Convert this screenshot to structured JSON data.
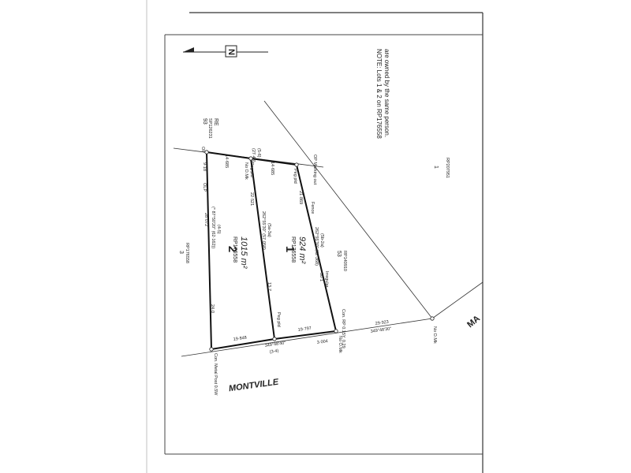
{
  "north_label": "N",
  "note": {
    "line1": "NOTE: Lots 1 & 2 on RP176558",
    "line2": "are owned by the same person."
  },
  "lots": {
    "lot2": {
      "number": "2",
      "plan": "RP176558",
      "area": "1015 m²"
    },
    "lot1": {
      "number": "1",
      "plan": "RP176558",
      "area": "924 m²"
    }
  },
  "adjoining": {
    "lot93": "93",
    "lot93_plan": "SP126231",
    "lot93_re": "RE",
    "lot3": "3",
    "lot3_plan": "RP176558",
    "lot53": "53",
    "lot53_plan": "RP140910",
    "lot1_east": "1",
    "lot1_east_plan": "RP207951"
  },
  "roads": {
    "montville": "MONTVILLE",
    "east_road_fragment": "MA"
  },
  "dims": {
    "top_2": "14·685",
    "top_1": "14·685",
    "top_bracket": "(27·48)",
    "top_paren": "(5-6)",
    "left_a": "9·18",
    "left_b": "28·072",
    "left_c": "24·0",
    "left_d": "(4-5)",
    "left_bearing": "(* 87°50'20\" (62·162))",
    "mid_a": "22·521",
    "mid_b": "13·7",
    "mid_bearing": "262°55'30\" (57·058)",
    "mid_paren": "(5a-3a)",
    "right_a": "21·869",
    "right_b": "30·1",
    "right_bearing": "262°55'30\" (62·368)",
    "right_paren": "(5b-2a)",
    "bottom_2": "19·848",
    "bottom_1": "19·797",
    "bottom_3": "3·004",
    "bottom_bearing": "349°48'40\"",
    "bottom_paren": "(3-4)",
    "east_dist": "29·923",
    "east_bearing": "349°48'30\""
  },
  "marks": {
    "op": "OP",
    "olp": "OLP",
    "op_marking": "OP Marking out",
    "peg_pld": "Peg pld",
    "no_mk": "No O.Mk",
    "fence": "Fence",
    "irregular": "Irregular",
    "con_post": "Con. Metal Post 0.5W",
    "con_rp": "Con. RP 0.15Y, 0.29"
  }
}
